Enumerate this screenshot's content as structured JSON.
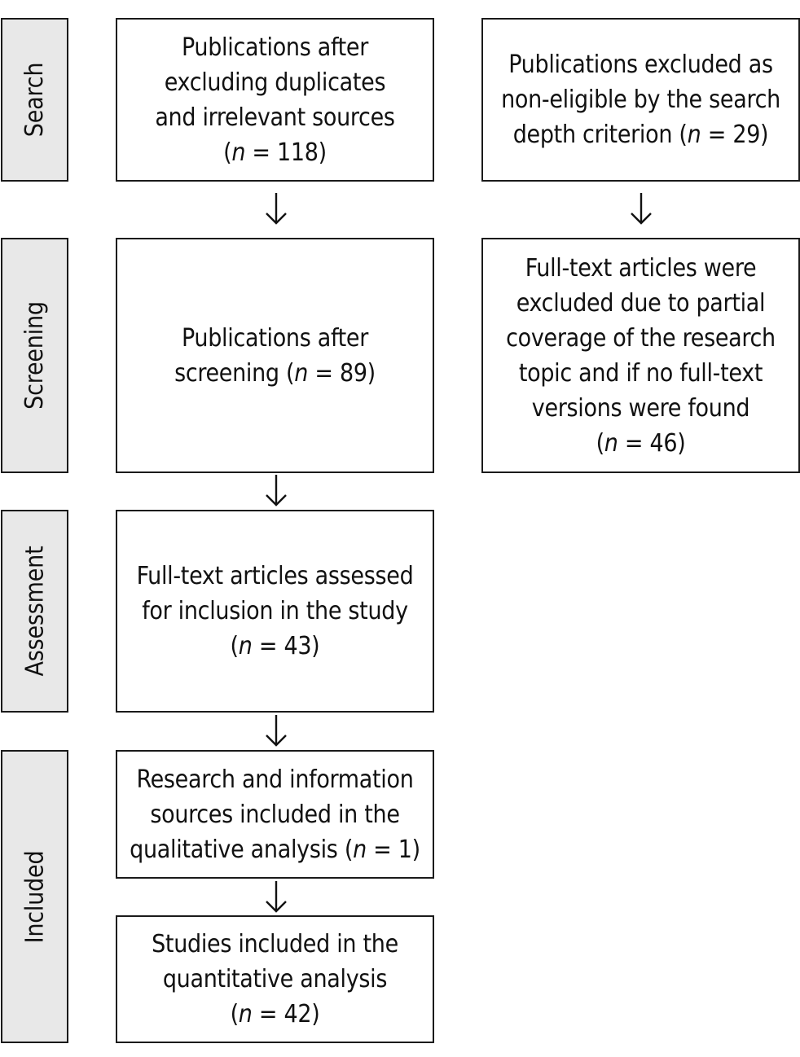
{
  "stages": {
    "search": "Search",
    "screening": "Screening",
    "assessment": "Assessment",
    "included": "Included"
  },
  "boxes": {
    "publications_after_excluding": {
      "lines": [
        "Publications after",
        "excluding duplicates",
        "and irrelevant sources"
      ],
      "count_open": "(",
      "n": "n",
      "count_value": " = 118)"
    },
    "excluded_search_depth": {
      "lines": [
        "Publications excluded as",
        "non-eligible by the search"
      ],
      "last_prefix": "depth criterion (",
      "n": "n",
      "count_value": " = 29)"
    },
    "publications_after_screening": {
      "lines": [
        "Publications after"
      ],
      "last_prefix": "screening (",
      "n": "n",
      "count_value": " = 89)"
    },
    "fulltext_excluded": {
      "lines": [
        "Full-text articles were",
        "excluded due to partial",
        "coverage of the research",
        "topic and if no full-text",
        "versions were found"
      ],
      "count_open": "(",
      "n": "n",
      "count_value": " = 46)"
    },
    "fulltext_assessed": {
      "lines": [
        "Full-text articles assessed",
        "for inclusion in the study"
      ],
      "count_open": "(",
      "n": "n",
      "count_value": " = 43)"
    },
    "qualitative": {
      "lines": [
        "Research and information",
        "sources included in the"
      ],
      "last_prefix": "qualitative analysis (",
      "n": "n",
      "count_value": " = 1)"
    },
    "quantitative": {
      "lines": [
        "Studies included in the",
        "quantitative analysis"
      ],
      "count_open": "(",
      "n": "n",
      "count_value": " = 42)"
    }
  }
}
